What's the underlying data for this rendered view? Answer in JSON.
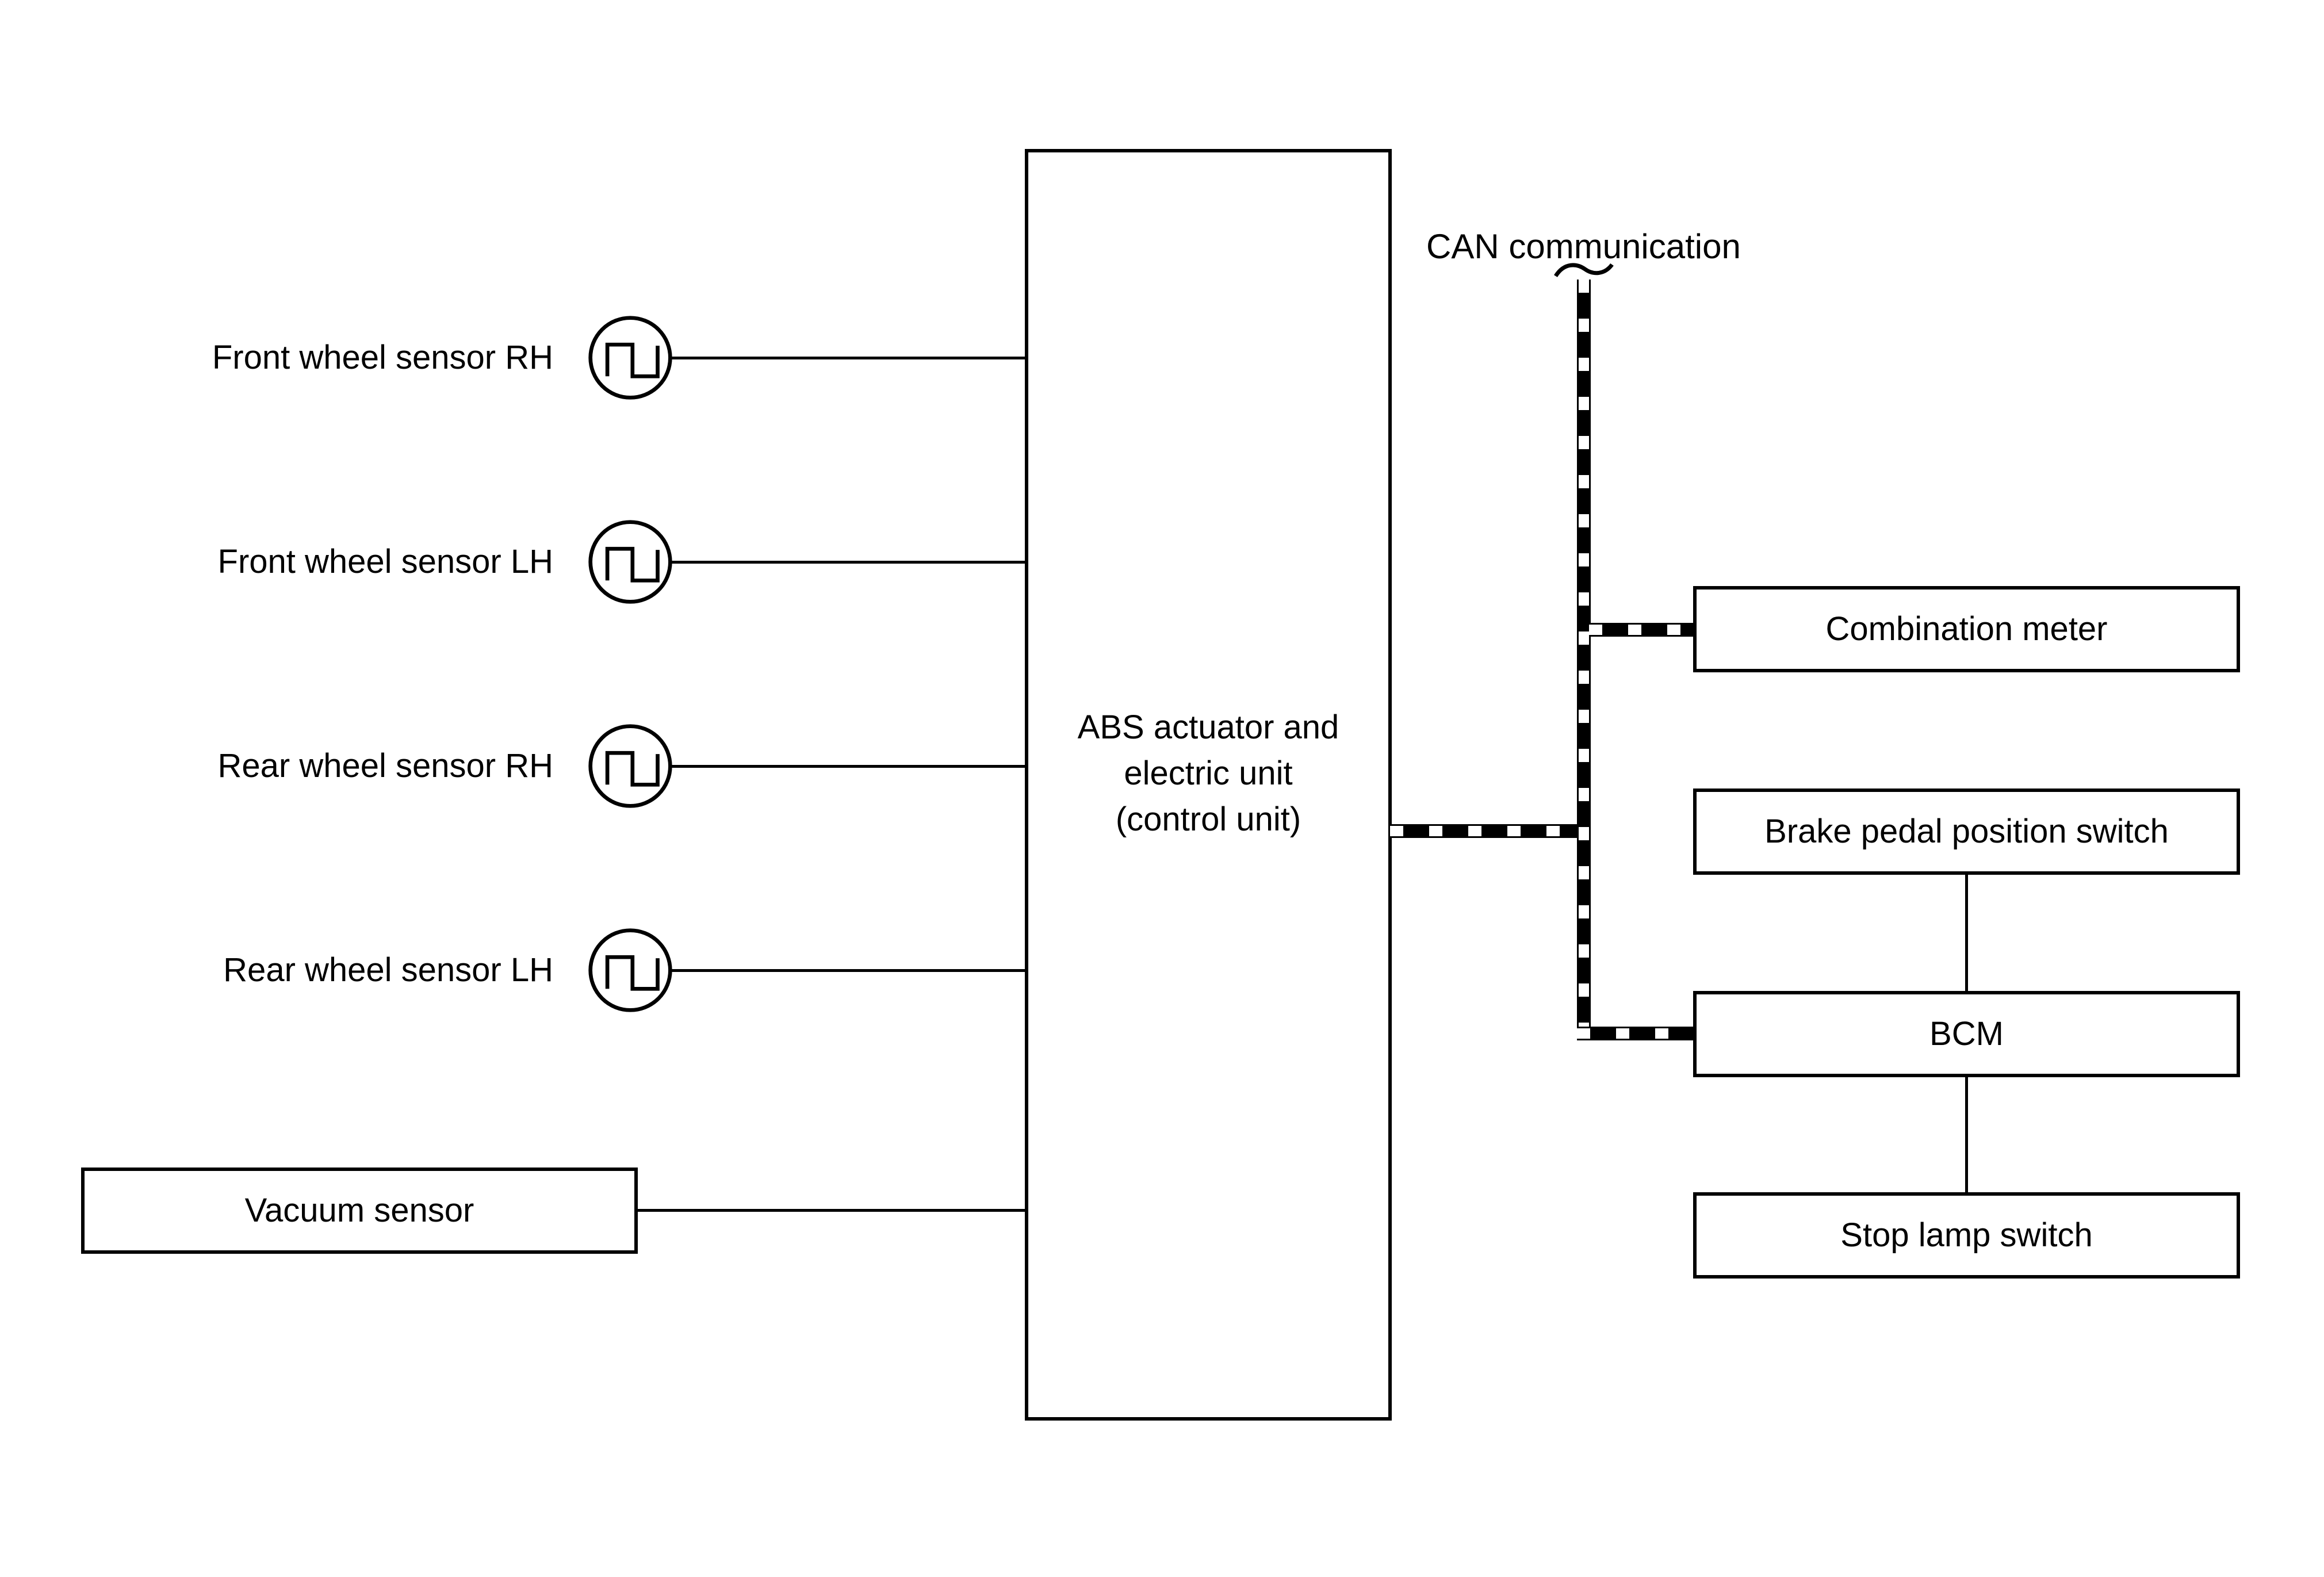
{
  "diagram": {
    "colors": {
      "line": "#000000",
      "bg": "#ffffff"
    },
    "can_label": "CAN communication",
    "sensors": [
      {
        "label": "Front wheel sensor RH"
      },
      {
        "label": "Front wheel sensor LH"
      },
      {
        "label": "Rear wheel sensor RH"
      },
      {
        "label": "Rear wheel sensor LH"
      }
    ],
    "vacuum_sensor": {
      "label": "Vacuum sensor"
    },
    "abs_unit": {
      "line1": "ABS actuator and",
      "line2": "electric unit",
      "line3": "(control unit)"
    },
    "right_boxes": [
      {
        "label": "Combination meter"
      },
      {
        "label": "Brake pedal position switch"
      },
      {
        "label": "BCM"
      },
      {
        "label": "Stop lamp switch"
      }
    ]
  }
}
